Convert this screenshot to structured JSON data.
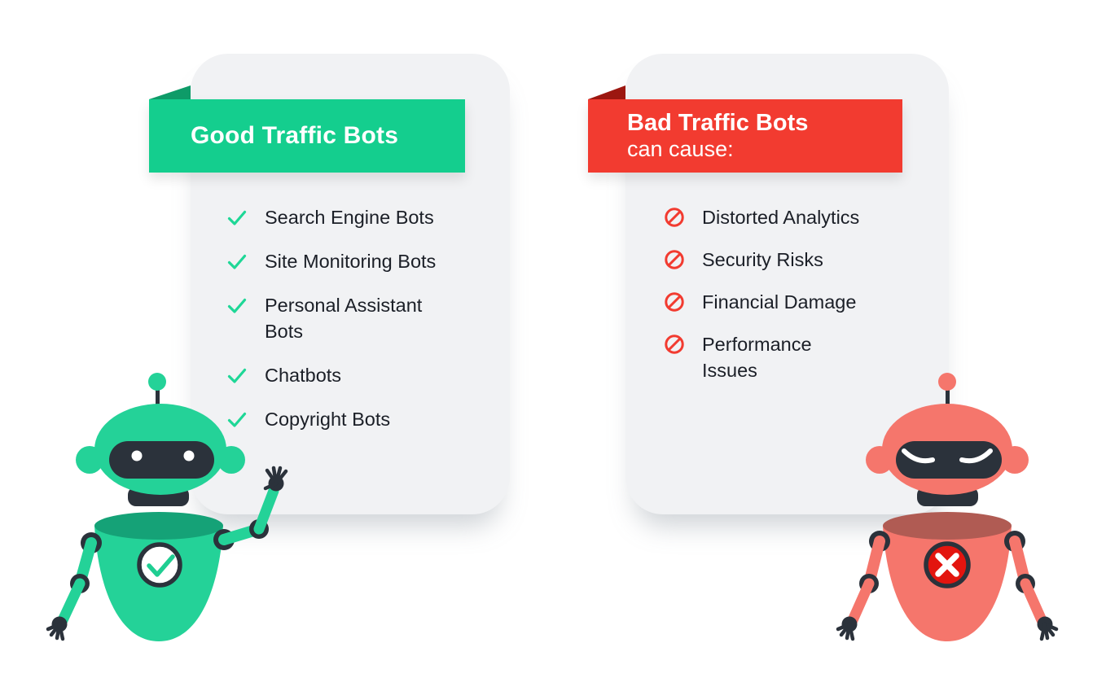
{
  "good_card": {
    "ribbon_title": "Good Traffic Bots",
    "items": [
      "Search Engine Bots",
      "Site Monitoring Bots",
      "Personal Assistant\nBots",
      "Chatbots",
      "Copyright Bots"
    ],
    "list_icon": "check-icon",
    "robot_badge_icon": "checkmark-badge-icon",
    "accent_color": "#14CE8E",
    "fold_color": "#0E9B68",
    "robot_color": "#24D298"
  },
  "bad_card": {
    "ribbon_title_bold": "Bad Traffic Bots",
    "ribbon_title_rest": "can cause:",
    "items": [
      "Distorted Analytics",
      "Security Risks",
      "Financial Damage",
      "Performance\nIssues"
    ],
    "list_icon": "no-entry-icon",
    "robot_badge_icon": "x-badge-icon",
    "accent_color": "#F23B30",
    "fold_color": "#9C1710",
    "robot_color": "#F5766C"
  },
  "colors": {
    "page_background": "#FFFFFF",
    "card_background": "#F1F2F4",
    "list_text": "#1B1F27",
    "dark_parts": "#2B323B",
    "good_badge_check": "#1FCE92",
    "bad_badge_fill": "#E3150F"
  }
}
